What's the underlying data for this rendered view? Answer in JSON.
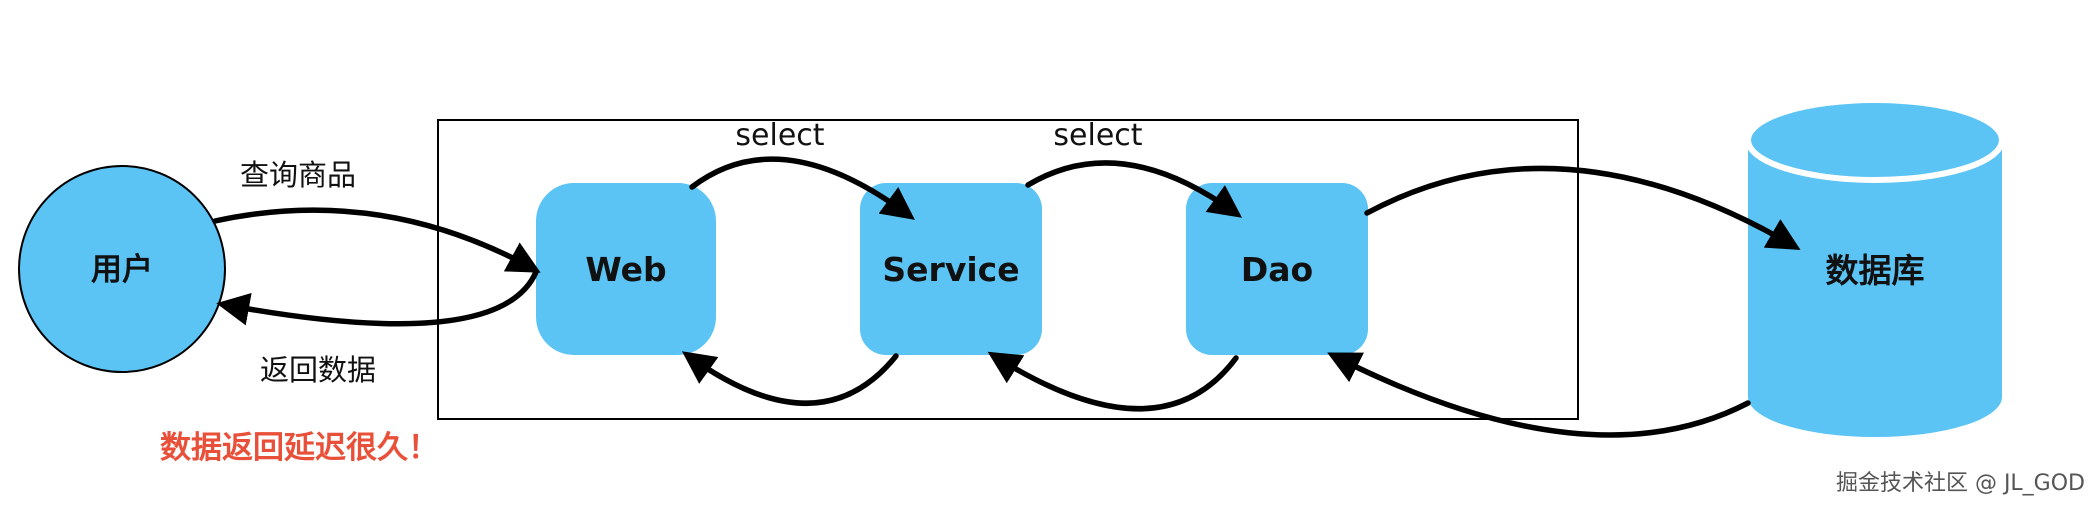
{
  "nodes": {
    "user": "用户",
    "web": "Web",
    "service": "Service",
    "dao": "Dao",
    "database": "数据库"
  },
  "edges": {
    "query_products": "查询商品",
    "return_data": "返回数据",
    "web_to_service": "select",
    "service_to_dao": "select"
  },
  "warning": "数据返回延迟很久！",
  "watermark": "掘金技术社区 @ JL_GOD",
  "colors": {
    "node_fill": "#5bc4f5",
    "warning": "#e8503a",
    "stroke": "#000000"
  }
}
